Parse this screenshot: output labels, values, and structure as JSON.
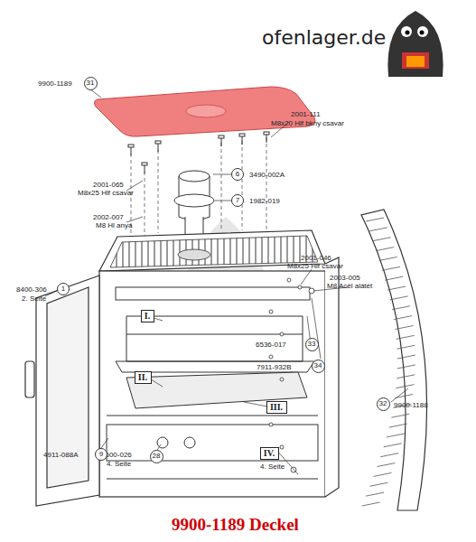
{
  "diagram": {
    "caption": "9900-1189 Deckel",
    "nodes": [
      {
        "text": [
          "31"
        ]
      },
      {
        "text": [
          "6"
        ]
      },
      {
        "text": [
          "7"
        ]
      },
      {
        "text": [
          "1"
        ]
      },
      {
        "text": [
          "I."
        ]
      },
      {
        "text": [
          "33"
        ]
      },
      {
        "text": [
          "34"
        ]
      },
      {
        "text": [
          "II."
        ]
      },
      {
        "text": [
          "III."
        ]
      },
      {
        "text": [
          "32"
        ]
      },
      {
        "text": [
          "9"
        ]
      },
      {
        "text": [
          "28"
        ]
      },
      {
        "text": [
          "IV."
        ]
      }
    ],
    "labels": [
      "ofenlager.de",
      "9900-1189",
      "2001-111",
      "M8x20 Hlf bkny csavar",
      "3490-002A",
      "2001-065",
      "M8x25 Hlf csavar",
      "1982-019",
      "2002-007",
      "M8 Hl anya",
      "2001-046",
      "M8x25 Hlf csavar",
      "2003-005",
      "M8 Acél alátét",
      "8400-306",
      "2. Seite",
      "6536-017",
      "7911-932B",
      "9900-1188",
      "4911-088A",
      "8500-026",
      "4. Seite",
      "4. Seite"
    ]
  }
}
